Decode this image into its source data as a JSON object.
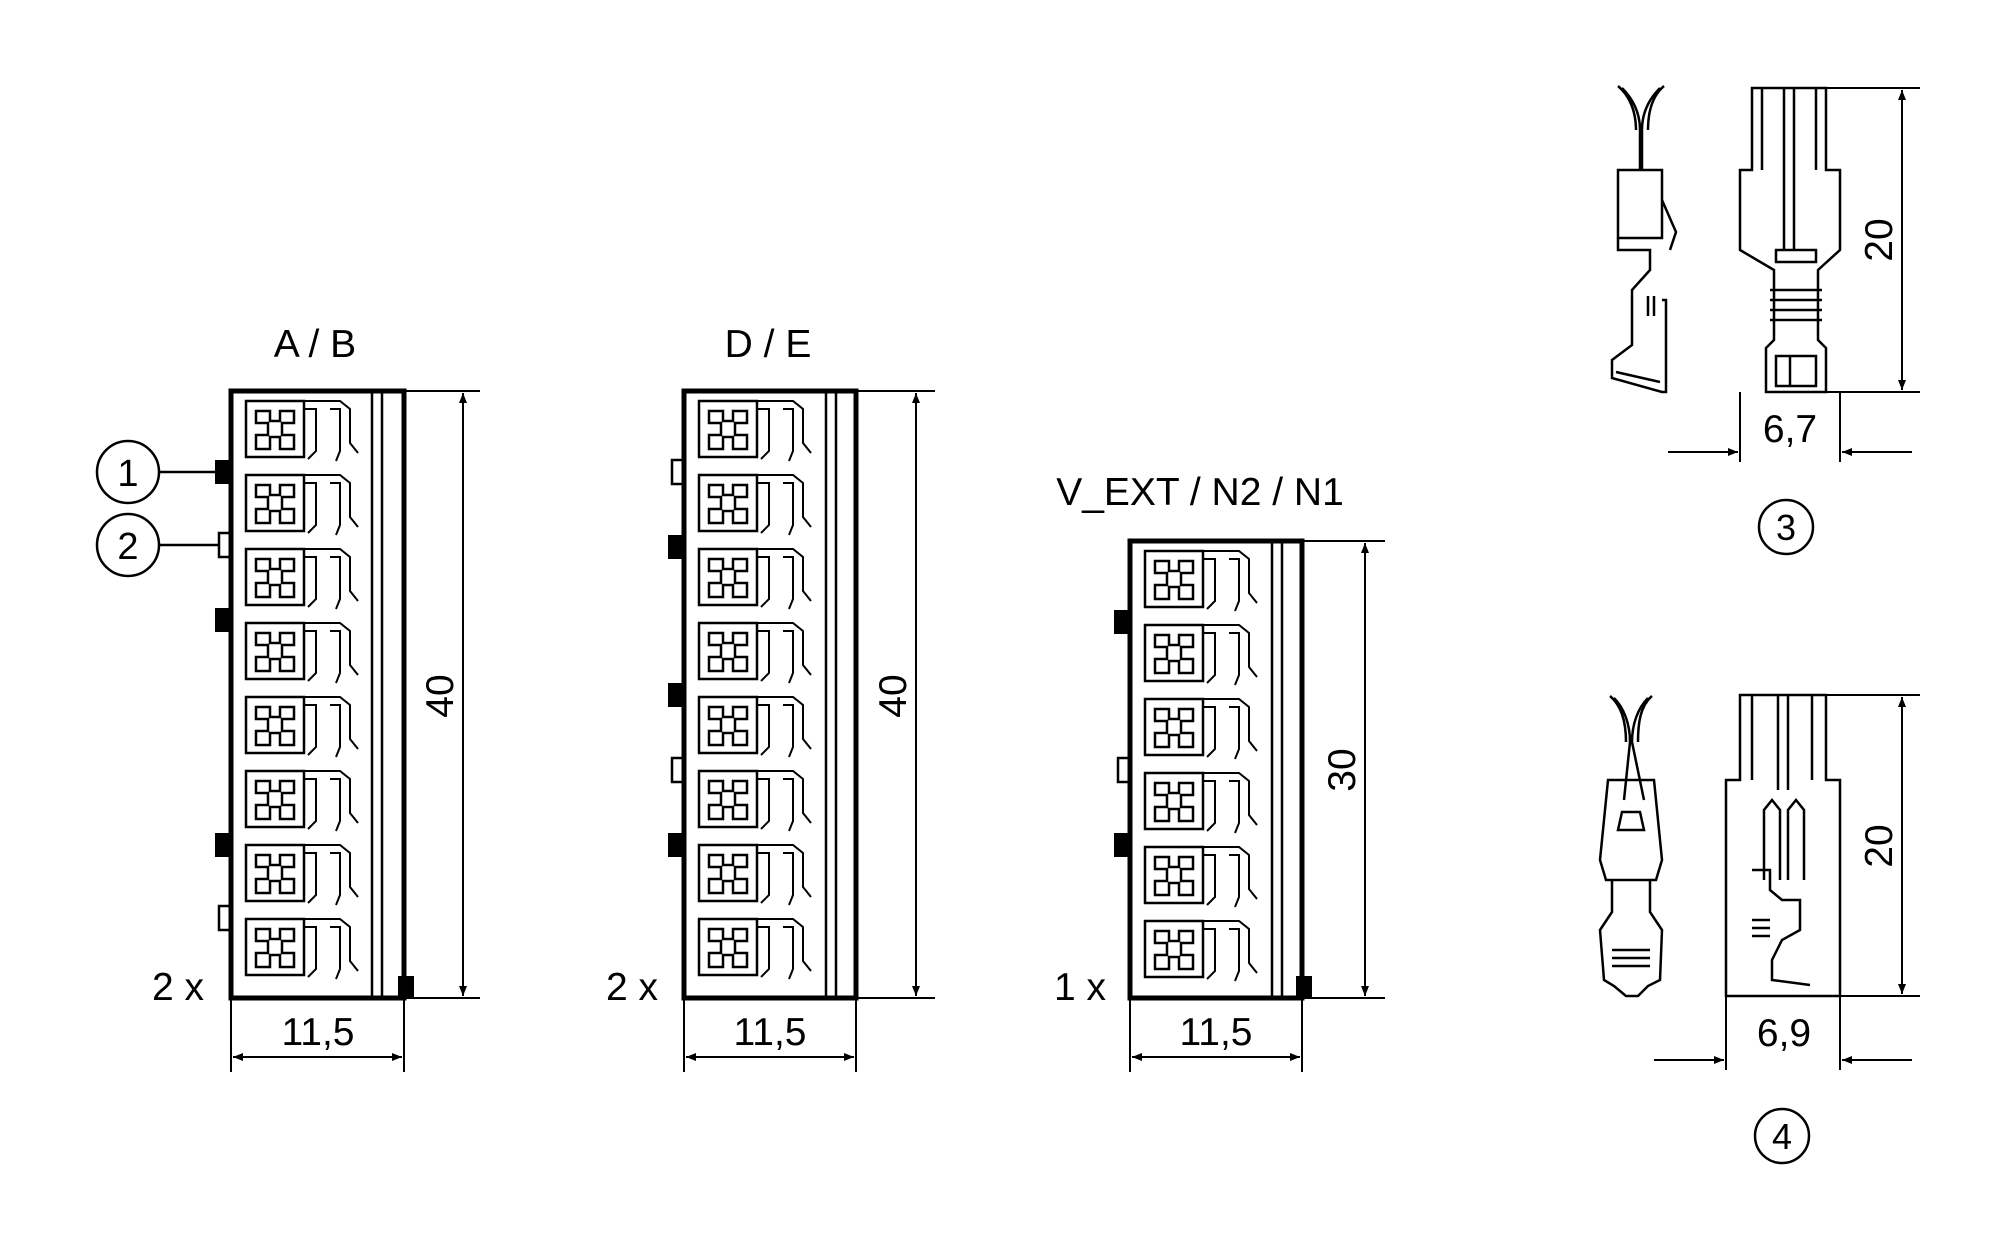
{
  "connectors": [
    {
      "id": "ab",
      "title": "A / B",
      "quantity": "2 x",
      "height_dim": "40",
      "width_dim": "11,5",
      "slots": 8
    },
    {
      "id": "de",
      "title": "D / E",
      "quantity": "2 x",
      "height_dim": "40",
      "width_dim": "11,5",
      "slots": 8
    },
    {
      "id": "vext",
      "title": "V_EXT / N2 / N1",
      "quantity": "1 x",
      "height_dim": "30",
      "width_dim": "11,5",
      "slots": 6
    }
  ],
  "callouts": {
    "c1": "1",
    "c2": "2",
    "c3": "3",
    "c4": "4"
  },
  "contact3": {
    "height_dim": "20",
    "width_dim": "6,7"
  },
  "contact4": {
    "height_dim": "20",
    "width_dim": "6,9"
  },
  "colors": {
    "line": "#000000",
    "background": "#ffffff"
  }
}
